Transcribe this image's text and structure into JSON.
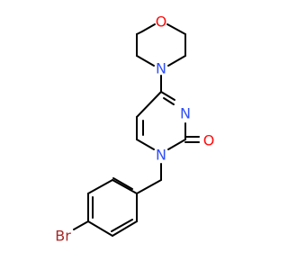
{
  "molecule": {
    "atoms": {
      "morpholine_o": "O",
      "morpholine_n": "N",
      "ring_n3": "N",
      "carbonyl_o": "O",
      "ring_n1": "N",
      "bromine": "Br"
    }
  },
  "colors": {
    "bond": "#000000",
    "oxygen": "#ff0d0d",
    "nitrogen": "#3050f8",
    "bromine": "#a62929"
  }
}
